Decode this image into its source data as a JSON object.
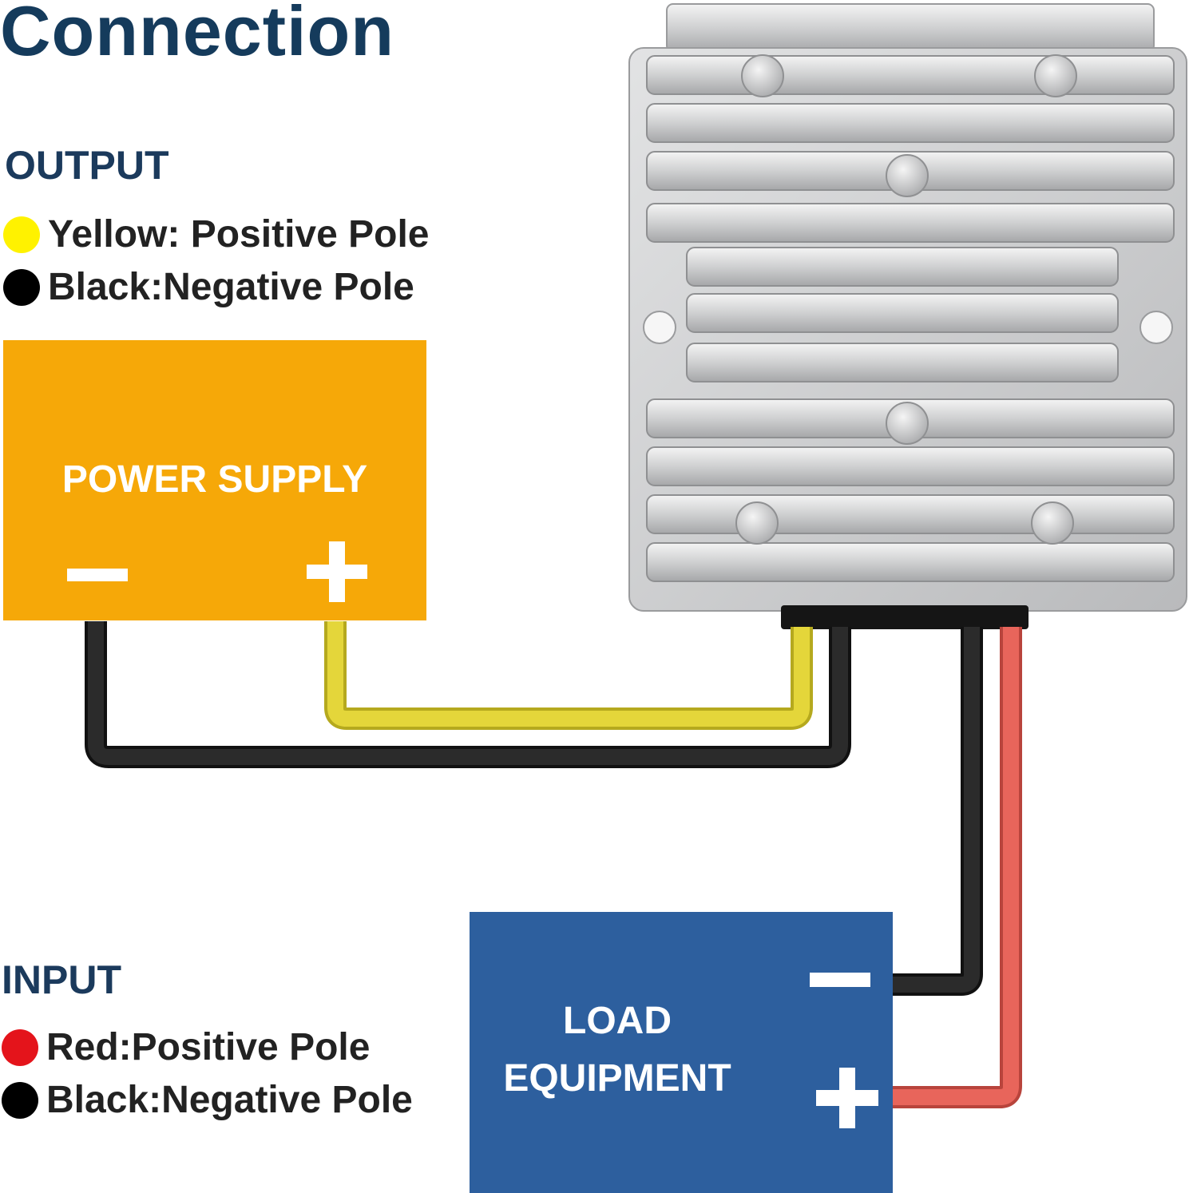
{
  "title": "Connection",
  "output": {
    "heading": "OUTPUT",
    "items": [
      {
        "label": "Yellow: Positive Pole",
        "color": "#fff200"
      },
      {
        "label": "Black:Negative Pole",
        "color": "#000000"
      }
    ]
  },
  "input": {
    "heading": "INPUT",
    "items": [
      {
        "label": "Red:Positive Pole",
        "color": "#e4141b"
      },
      {
        "label": "Black:Negative Pole",
        "color": "#000000"
      }
    ]
  },
  "power_supply": {
    "label": "POWER SUPPLY",
    "color": "#f6a808"
  },
  "load_equipment": {
    "label_line1": "LOAD",
    "label_line2": "EQUIPMENT",
    "color": "#2d5f9e"
  },
  "wire_colors": {
    "yellow": "#e4d63a",
    "black": "#2b2b2b",
    "red": "#e8655b"
  }
}
